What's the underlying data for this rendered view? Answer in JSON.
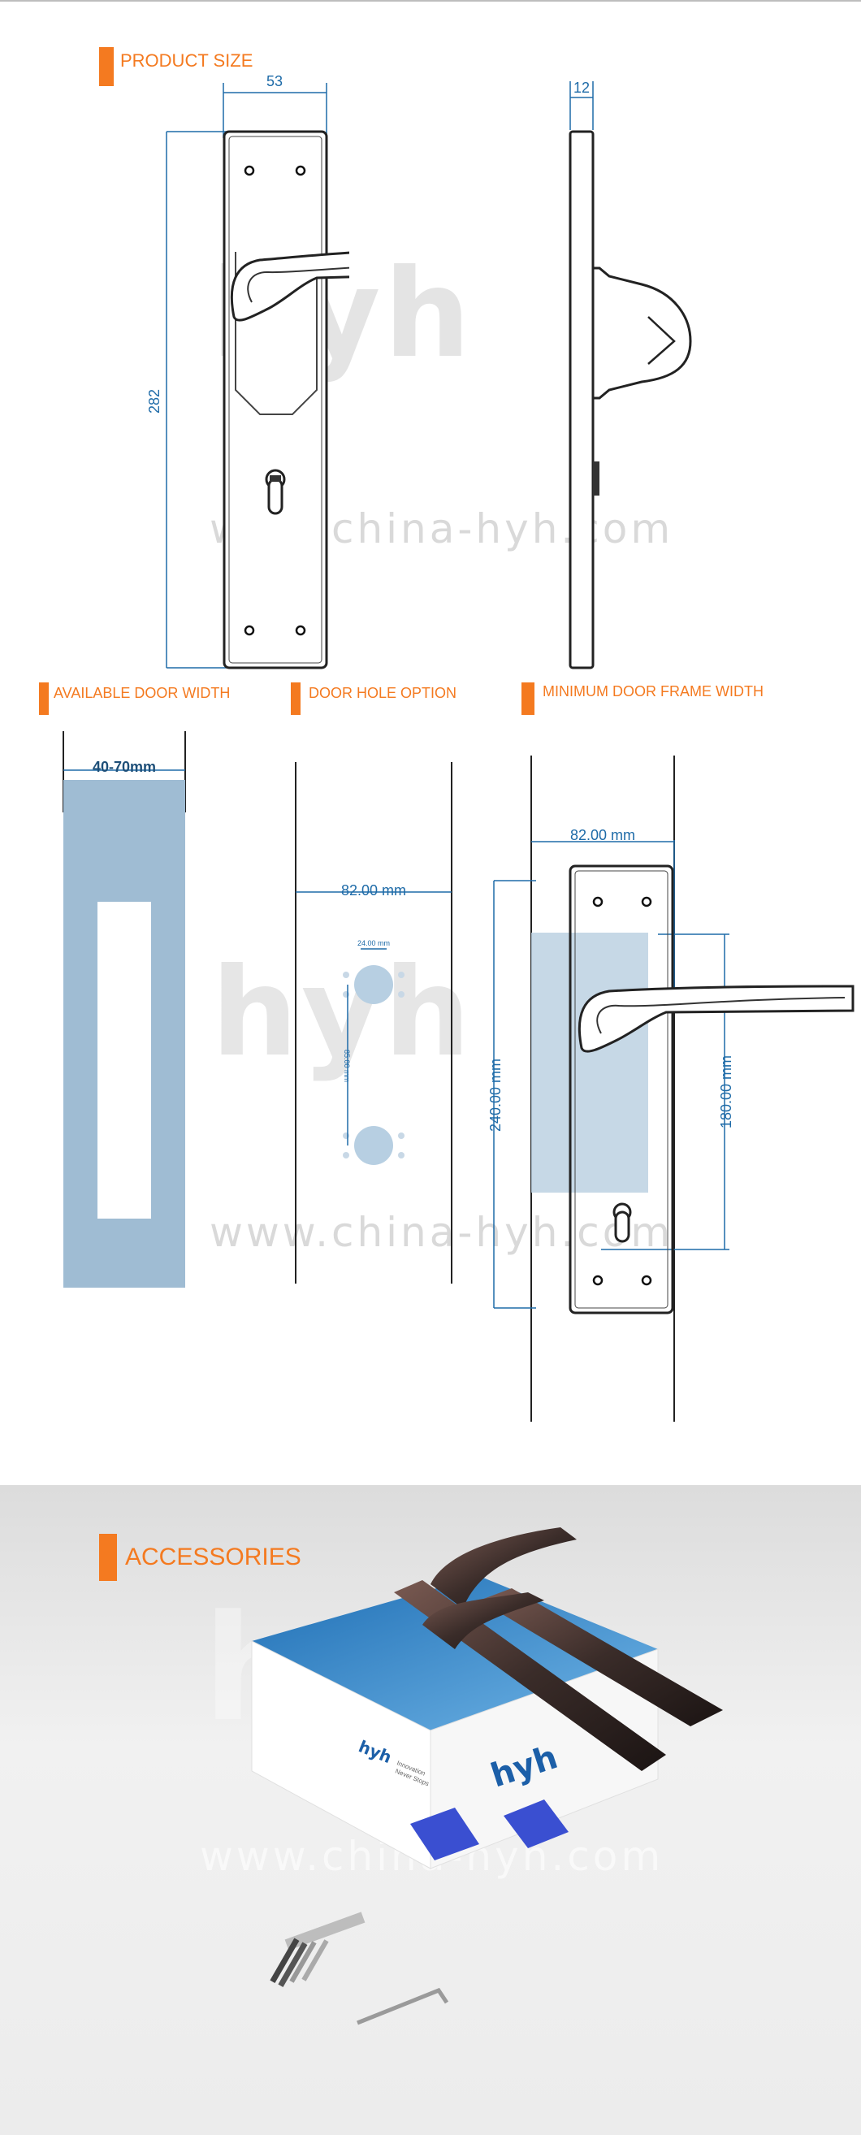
{
  "sections": {
    "product_size": "PRODUCT SIZE",
    "available_door_width": "AVAILABLE DOOR WIDTH",
    "door_hole_option": "DOOR HOLE OPTION",
    "minimum_door_frame_width": "MINIMUM DOOR FRAME WIDTH",
    "accessories": "ACCESSORIES"
  },
  "product_size": {
    "width": "53",
    "depth": "12",
    "height": "282"
  },
  "door_width": {
    "range": "40-70mm"
  },
  "door_hole": {
    "spacing": "82.00 mm",
    "hole_diameter": "24.00 mm",
    "hole_spacing": "85.00 mm"
  },
  "frame": {
    "width": "82.00 mm",
    "plate_height": "240.00 mm",
    "center_distance": "180.00 mm"
  },
  "watermark": {
    "logo": "hyh",
    "url": "www.china-hyh.com"
  },
  "box": {
    "logo": "hyh",
    "slogan_line1": "Innovation",
    "slogan_line2": "Never Stops"
  },
  "colors": {
    "accent": "#f47a20",
    "dimension": "#1e6ba8",
    "door_fill": "#9fbcd3",
    "handle_metal": "#4a3a37"
  }
}
